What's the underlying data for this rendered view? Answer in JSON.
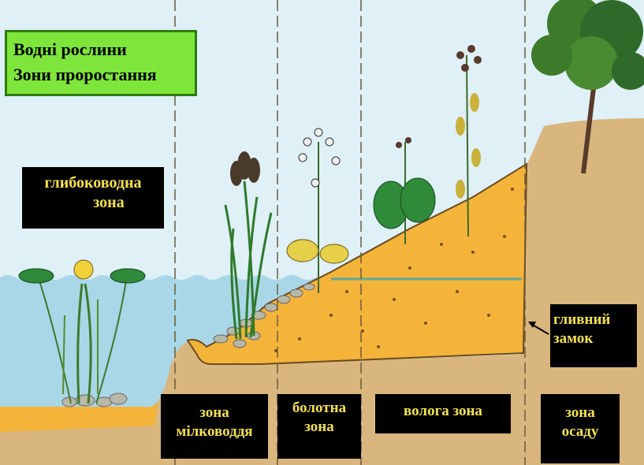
{
  "title": {
    "line1": "Водні рослини",
    "line2": "Зони проростання"
  },
  "zones": {
    "deep": {
      "line1": "глибоководна",
      "line2": "зона"
    },
    "shallow": {
      "line1": "зона",
      "line2": "мілководдя"
    },
    "marsh": {
      "line1": "болотна",
      "line2": "зона"
    },
    "wet": {
      "line1": "волога зона"
    },
    "sediment": {
      "line1": "зона",
      "line2": "осаду"
    },
    "clay_lock": {
      "line1": "гливний",
      "line2": "замок"
    }
  },
  "colors": {
    "sky": "#dff0f7",
    "water": "#a9d7e8",
    "soil": "#d9b67e",
    "sand": "#f4b43a",
    "label_bg": "#000000",
    "label_text": "#f2e24a",
    "title_bg": "#7ee63a"
  },
  "icons": [
    "water-lily-icon",
    "reed-plant-icon",
    "bulrush-icon",
    "marsh-flower-icon",
    "dock-plant-icon",
    "tall-herb-icon",
    "tree-icon"
  ]
}
